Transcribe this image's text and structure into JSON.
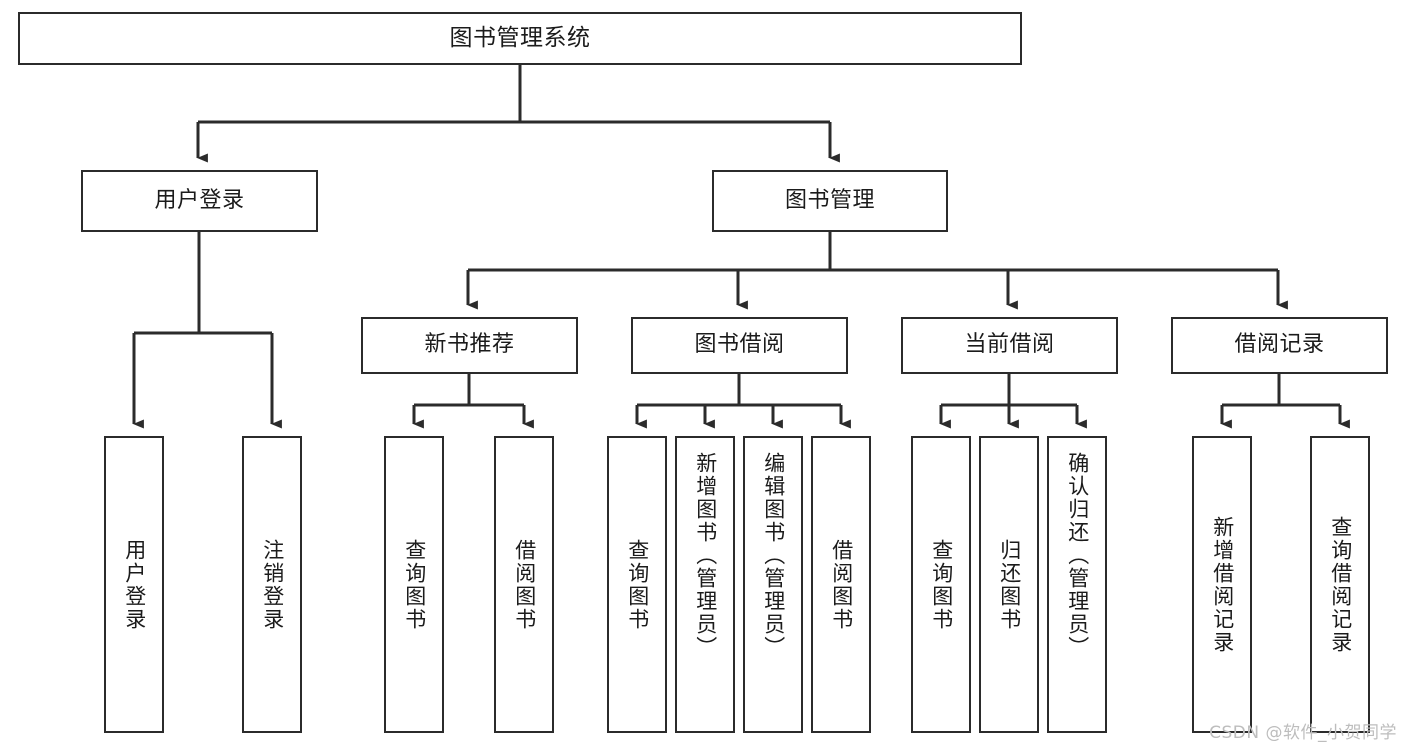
{
  "diagram": {
    "title": "图书管理系统",
    "type": "tree",
    "watermark": "CSDN @软件_小贺同学",
    "colors": {
      "stroke": "#2b2b2b",
      "fill": "#ffffff",
      "text": "#1b1b1b",
      "watermark": "#bdbdbd"
    },
    "nodes": {
      "root": {
        "label": "图书管理系统",
        "orientation": "horizontal"
      },
      "level2": [
        {
          "id": "user-login",
          "label": "用户登录",
          "orientation": "horizontal"
        },
        {
          "id": "book-management",
          "label": "图书管理",
          "orientation": "horizontal"
        }
      ],
      "level3": [
        {
          "id": "new-book-recommend",
          "label": "新书推荐",
          "orientation": "horizontal"
        },
        {
          "id": "book-borrow",
          "label": "图书借阅",
          "orientation": "horizontal"
        },
        {
          "id": "current-borrow",
          "label": "当前借阅",
          "orientation": "horizontal"
        },
        {
          "id": "borrow-record",
          "label": "借阅记录",
          "orientation": "horizontal"
        }
      ],
      "leaves": [
        {
          "id": "leaf-user-login",
          "label": "用户登录",
          "parent": "user-login",
          "orientation": "vertical"
        },
        {
          "id": "leaf-user-logout",
          "label": "注销登录",
          "parent": "user-login",
          "orientation": "vertical"
        },
        {
          "id": "leaf-query-book-1",
          "label": "查询图书",
          "parent": "new-book-recommend",
          "orientation": "vertical"
        },
        {
          "id": "leaf-borrow-book-1",
          "label": "借阅图书",
          "parent": "new-book-recommend",
          "orientation": "vertical"
        },
        {
          "id": "leaf-query-book-2",
          "label": "查询图书",
          "parent": "book-borrow",
          "orientation": "vertical"
        },
        {
          "id": "leaf-add-book",
          "label": "新增图书（管理员）",
          "parent": "book-borrow",
          "orientation": "vertical"
        },
        {
          "id": "leaf-edit-book",
          "label": "编辑图书（管理员）",
          "parent": "book-borrow",
          "orientation": "vertical"
        },
        {
          "id": "leaf-borrow-book-2",
          "label": "借阅图书",
          "parent": "book-borrow",
          "orientation": "vertical"
        },
        {
          "id": "leaf-query-book-3",
          "label": "查询图书",
          "parent": "current-borrow",
          "orientation": "vertical"
        },
        {
          "id": "leaf-return-book",
          "label": "归还图书",
          "parent": "current-borrow",
          "orientation": "vertical"
        },
        {
          "id": "leaf-confirm-return",
          "label": "确认归还（管理员）",
          "parent": "current-borrow",
          "orientation": "vertical"
        },
        {
          "id": "leaf-add-record",
          "label": "新增借阅记录",
          "parent": "borrow-record",
          "orientation": "vertical"
        },
        {
          "id": "leaf-query-record",
          "label": "查询借阅记录",
          "parent": "borrow-record",
          "orientation": "vertical"
        }
      ]
    }
  }
}
